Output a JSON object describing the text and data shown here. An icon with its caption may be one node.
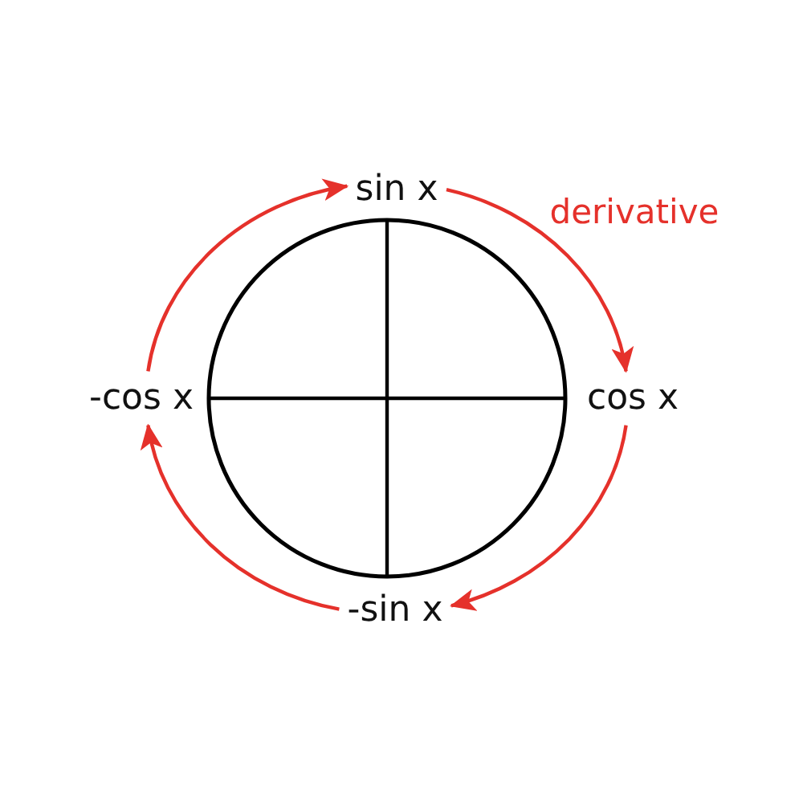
{
  "diagram": {
    "nodes": [
      {
        "text": [
          "sin x"
        ]
      },
      {
        "text": [
          "cos x"
        ]
      },
      {
        "text": [
          "-sin x"
        ]
      },
      {
        "text": [
          "-cos x"
        ]
      }
    ],
    "edges": [
      {
        "from": 0,
        "to": 1,
        "arrow": "to",
        "label": "derivative"
      },
      {
        "from": 1,
        "to": 2,
        "arrow": "to"
      },
      {
        "from": 2,
        "to": 3,
        "arrow": "to"
      },
      {
        "from": 3,
        "to": 0,
        "arrow": "to"
      }
    ]
  }
}
